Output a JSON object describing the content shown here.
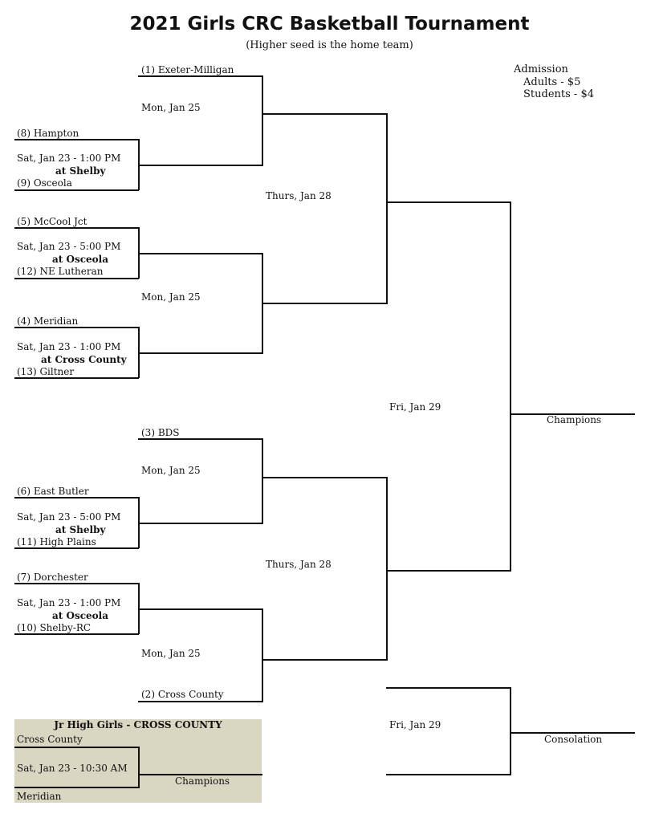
{
  "header": {
    "title": "2021 Girls CRC Basketball Tournament",
    "subtitle": "(Higher seed is the home team)"
  },
  "admission": {
    "heading": "Admission",
    "adults": "Adults - $5",
    "students": "Students - $4"
  },
  "teams": {
    "t1": "(1) Exeter-Milligan",
    "t8": "(8) Hampton",
    "t9": "(9) Osceola",
    "t5": "(5) McCool Jct",
    "t12": "(12) NE Lutheran",
    "t4": "(4) Meridian",
    "t13": "(13) Giltner",
    "t3": "(3) BDS",
    "t6": "(6) East Butler",
    "t11": "(11) High Plains",
    "t7": "(7) Dorchester",
    "t10": "(10) Shelby-RC",
    "t2": "(2) Cross County"
  },
  "games": {
    "g1": {
      "time": "Sat, Jan 23 - 1:00 PM",
      "site": "at Shelby"
    },
    "g2": {
      "time": "Sat, Jan 23 - 5:00 PM",
      "site": "at Osceola"
    },
    "g3": {
      "time": "Sat, Jan 23 - 1:00 PM",
      "site": "at Cross County"
    },
    "g4": {
      "time": "Sat, Jan 23 - 5:00 PM",
      "site": "at Shelby"
    },
    "g5": {
      "time": "Sat, Jan 23 - 1:00 PM",
      "site": "at Osceola"
    }
  },
  "rounds": {
    "qf1": "Mon, Jan 25",
    "qf2": "Mon, Jan 25",
    "qf3": "Mon, Jan 25",
    "qf4": "Mon, Jan 25",
    "sf1": "Thurs, Jan 28",
    "sf2": "Thurs, Jan 28",
    "final": "Fri, Jan 29",
    "consolation_date": "Fri, Jan 29"
  },
  "results": {
    "champions": "Champions",
    "consolation": "Consolation"
  },
  "jr_high": {
    "title": "Jr High Girls - CROSS COUNTY",
    "team_a": "Cross County",
    "time": "Sat, Jan 23 - 10:30 AM",
    "team_b": "Meridian",
    "champions": "Champions"
  }
}
